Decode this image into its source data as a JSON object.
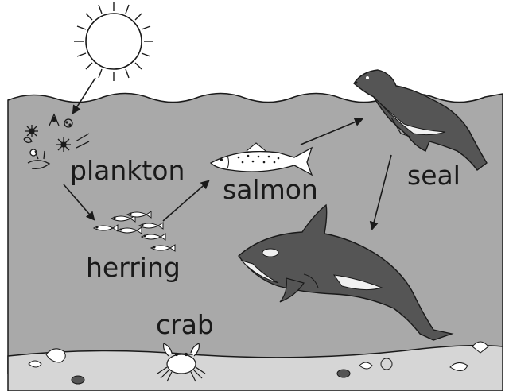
{
  "labels": {
    "plankton": "plankton",
    "salmon": "salmon",
    "seal": "seal",
    "herring": "herring",
    "crab": "crab"
  },
  "colors": {
    "sky": "#ffffff",
    "water": "#a9a9a9",
    "seafloor": "#d6d6d6",
    "ink": "#1a1a1a",
    "dark_animal": "#555555",
    "light_belly": "#f0f0f0"
  },
  "arrows": [
    {
      "from": "sun",
      "to": "plankton"
    },
    {
      "from": "plankton",
      "to": "herring"
    },
    {
      "from": "herring",
      "to": "salmon"
    },
    {
      "from": "salmon",
      "to": "seal"
    },
    {
      "from": "seal",
      "to": "orca"
    }
  ]
}
